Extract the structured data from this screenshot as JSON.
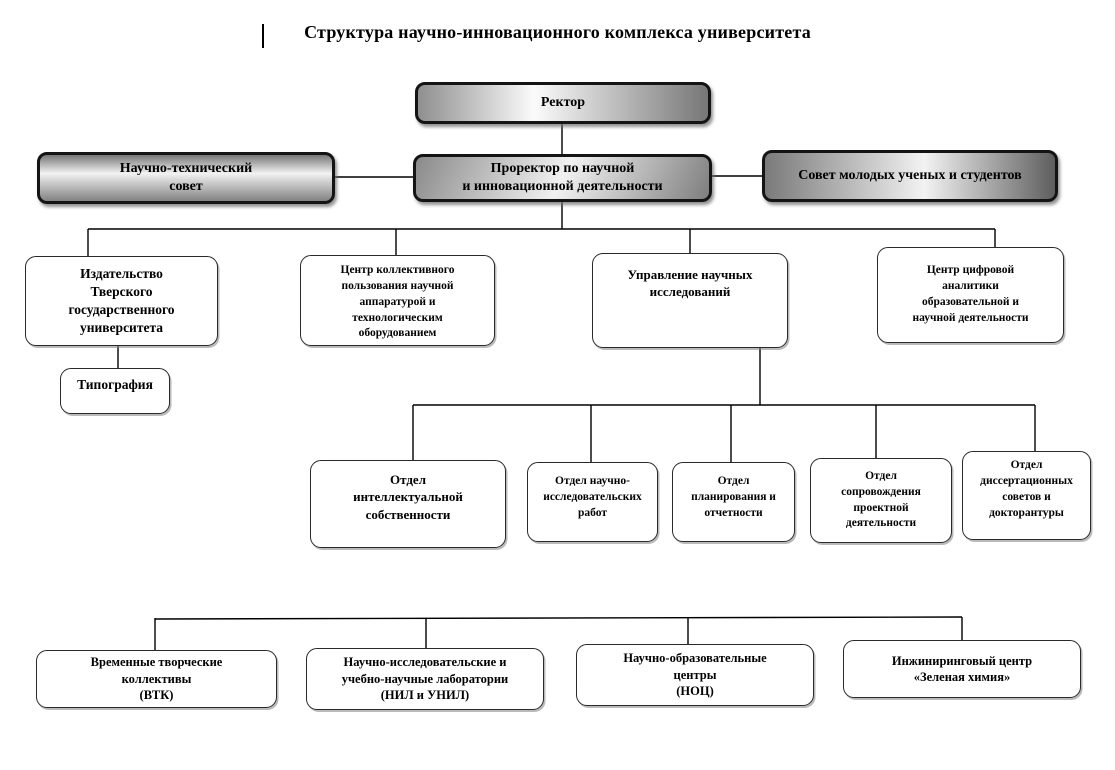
{
  "title": "Структура научно-инновационного комплекса университета",
  "colors": {
    "line": "#000000",
    "box_border": "#141414",
    "gradient_dark": "#7a7a7a",
    "gradient_light": "#f2f2f2",
    "background": "#ffffff"
  },
  "nodes": {
    "rektor": {
      "label": "Ректор"
    },
    "prorektor": {
      "label": "Проректор по научной\nи инновационной деятельности"
    },
    "nts": {
      "label": "Научно-технический\nсовет"
    },
    "smus": {
      "label": "Совет молодых ученых и студентов"
    },
    "izdatelstvo": {
      "label": "Издательство\nТверского\nгосударственного\nуниверситета"
    },
    "tipografia": {
      "label": "Типография"
    },
    "ckp": {
      "label": "Центр коллективного\nпользования научной\nаппаратурой и\nтехнологическим\nоборудованием"
    },
    "uni": {
      "label": "Управление научных\nисследований"
    },
    "cca": {
      "label": "Центр цифровой\nаналитики\nобразовательной и\nнаучной деятельности"
    },
    "otdel_is": {
      "label": "Отдел\nинтеллектуальной\nсобственности"
    },
    "otdel_nir": {
      "label": "Отдел научно-\nисследовательских\nработ"
    },
    "otdel_po": {
      "label": "Отдел\nпланирования и\nотчетности"
    },
    "otdel_spd": {
      "label": "Отдел\nсопровождения\nпроектной\nдеятельности"
    },
    "otdel_dsd": {
      "label": "Отдел\nдиссертационных\nсоветов и\nдокторантуры"
    },
    "vtk": {
      "label": "Временные творческие\nколлективы\n(ВТК)"
    },
    "nil": {
      "label": "Научно-исследовательские и\nучебно-научные лаборатории\n(НИЛ и УНИЛ)"
    },
    "noc": {
      "label": "Научно-образовательные\nцентры\n(НОЦ)"
    },
    "inzh": {
      "label": "Инжиниринговый центр\n«Зеленая химия»"
    }
  }
}
